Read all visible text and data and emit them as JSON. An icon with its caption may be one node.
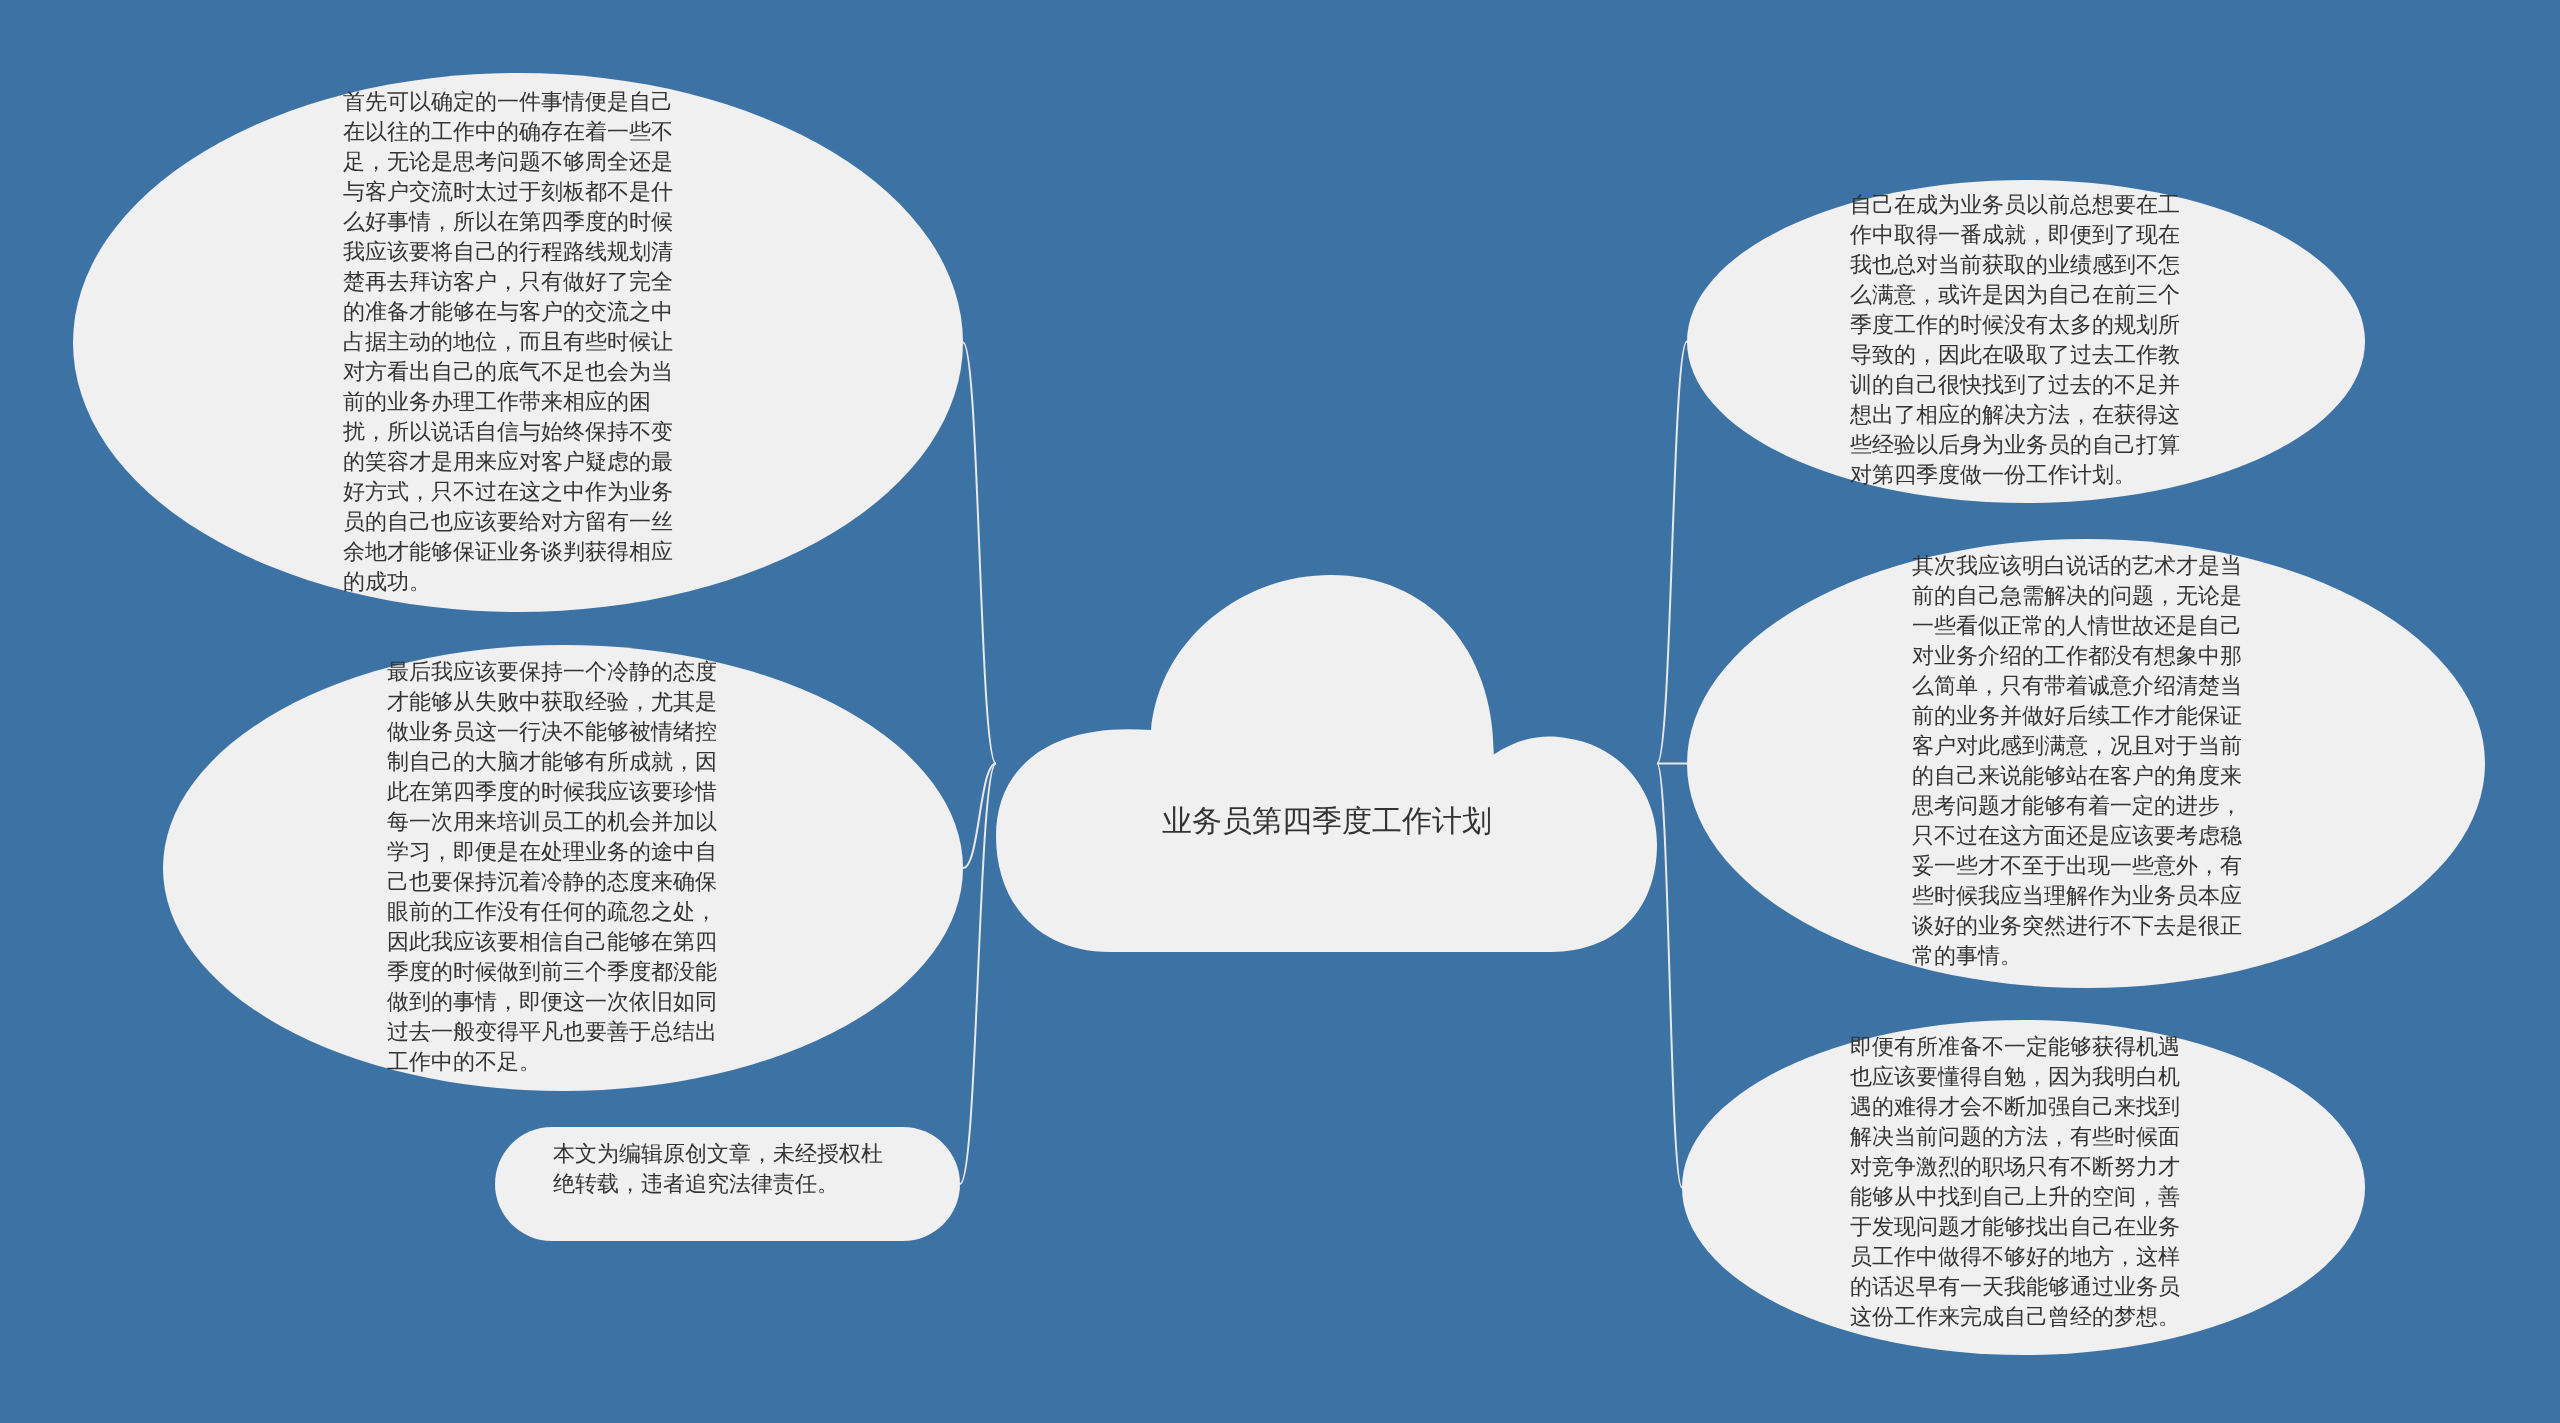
{
  "diagram": {
    "nodes": [
      {
        "text": [
          "业务员第四季度工作计划"
        ]
      },
      {
        "text": [
          "首先可以确定的一件事情便是自己在以往的工作中的确存在着一些不足，无论是思考问题不够周全还是与客户交流时太过于刻板都不是什么好事情，所以在第四季度的时候我应该要将自己的行程路线规划清楚再去拜访客户，只有做好了完全的准备才能够在与客户的交流之中占据主动的地位，而且有些时候让对方看出自己的底气不足也会为当前的业务办理工作带来相应的困扰，所以说话自信与始终保持不变的笑容才是用来应对客户疑虑的最好方式，只不过在这之中作为业务员的自己也应该要给对方留有一丝余地才能够保证业务谈判获得相应的成功。"
        ]
      },
      {
        "text": [
          "最后我应该要保持一个冷静的态度才能够从失败中获取经验，尤其是做业务员这一行决不能够被情绪控制自己的大脑才能够有所成就，因此在第四季度的时候我应该要珍惜每一次用来培训员工的机会并加以学习，即便是在处理业务的途中自己也要保持沉着冷静的态度来确保眼前的工作没有任何的疏忽之处，因此我应该要相信自己能够在第四季度的时候做到前三个季度都没能做到的事情，即便这一次依旧如同过去一般变得平凡也要善于总结出工作中的不足。"
        ]
      },
      {
        "text": [
          "本文为编辑原创文章，未经授权杜绝转载，违者追究法律责任。"
        ]
      },
      {
        "text": [
          "自己在成为业务员以前总想要在工作中取得一番成就，即便到了现在我也总对当前获取的业绩感到不怎么满意，或许是因为自己在前三个季度工作的时候没有太多的规划所导致的，因此在吸取了过去工作教训的自己很快找到了过去的不足并想出了相应的解决方法，在获得这些经验以后身为业务员的自己打算对第四季度做一份工作计划。"
        ]
      },
      {
        "text": [
          "其次我应该明白说话的艺术才是当前的自己急需解决的问题，无论是一些看似正常的人情世故还是自己对业务介绍的工作都没有想象中那么简单，只有带着诚意介绍清楚当前的业务并做好后续工作才能保证客户对此感到满意，况且对于当前的自己来说能够站在客户的角度来思考问题才能够有着一定的进步，只不过在这方面还是应该要考虑稳妥一些才不至于出现一些意外，有些时候我应当理解作为业务员本应谈好的业务突然进行不下去是很正常的事情。"
        ]
      },
      {
        "text": [
          "即便有所准备不一定能够获得机遇也应该要懂得自勉，因为我明白机遇的难得才会不断加强自己来找到解决当前问题的方法，有些时候面对竞争激烈的职场只有不断努力才能够从中找到自己上升的空间，善于发现问题才能够找出自己在业务员工作中做得不够好的地方，这样的话迟早有一天我能够通过业务员这份工作来完成自己曾经的梦想。"
        ]
      }
    ],
    "edges": [
      {
        "from": 0,
        "to": 1,
        "arrow": "none"
      },
      {
        "from": 0,
        "to": 2,
        "arrow": "none"
      },
      {
        "from": 0,
        "to": 3,
        "arrow": "none"
      },
      {
        "from": 0,
        "to": 4,
        "arrow": "none"
      },
      {
        "from": 0,
        "to": 5,
        "arrow": "none"
      },
      {
        "from": 0,
        "to": 6,
        "arrow": "none"
      }
    ]
  }
}
